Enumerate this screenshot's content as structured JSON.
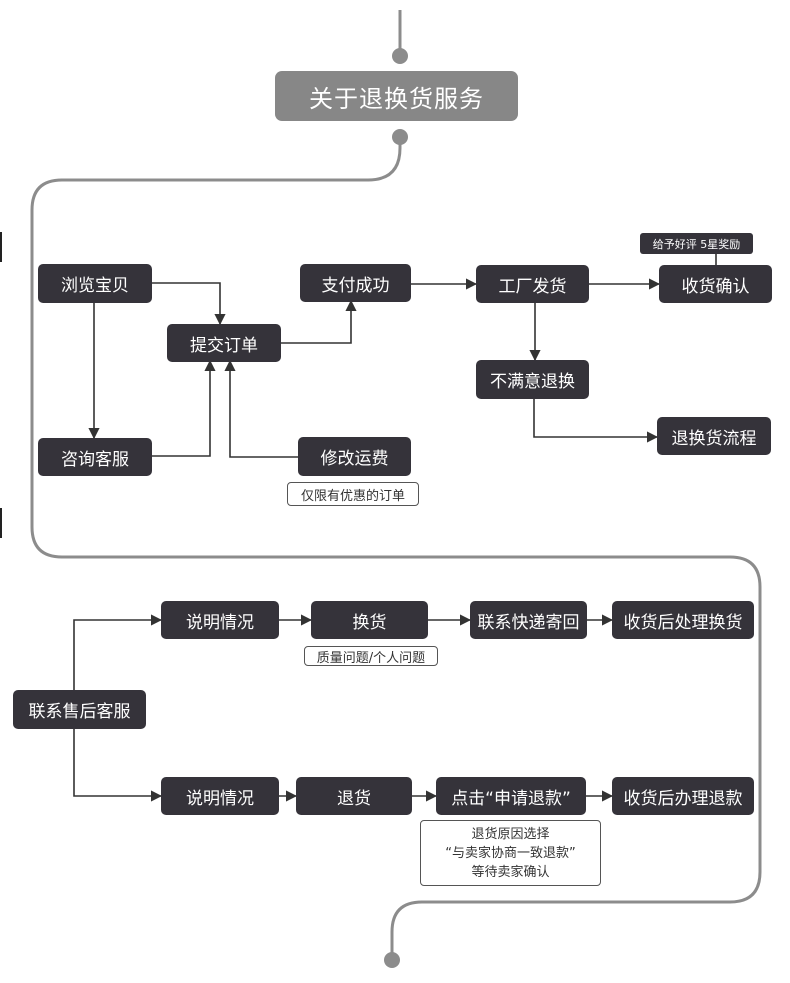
{
  "title": "关于退换货服务",
  "purchase_flow": {
    "browse": "浏览宝贝",
    "consult": "咨询客服",
    "submit_order": "提交订单",
    "modify_shipping": "修改运费",
    "modify_note": "仅限有优惠的订单",
    "payment_success": "支付成功",
    "factory_ship": "工厂发货",
    "unsatisfied": "不满意退换",
    "confirm_receipt": "收货确认",
    "review_badge": "给予好评 5星奖励",
    "return_process": "退换货流程"
  },
  "after_sales": {
    "contact_service": "联系售后客服",
    "exchange_branch": {
      "explain": "说明情况",
      "exchange": "换货",
      "exchange_note": "质量问题/个人问题",
      "mail_back": "联系快递寄回",
      "after_receipt": "收货后处理换货"
    },
    "refund_branch": {
      "explain": "说明情况",
      "return": "退货",
      "apply_refund": "点击“申请退款”",
      "refund_note_line1": "退货原因选择",
      "refund_note_line2": "“与卖家协商一致退款”",
      "refund_note_line3": "等待卖家确认",
      "after_receipt": "收货后办理退款"
    }
  }
}
